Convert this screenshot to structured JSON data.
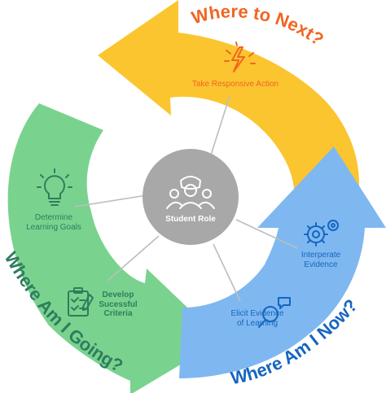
{
  "center": {
    "label": "Student Role"
  },
  "phases": {
    "where_to_next": {
      "label": "Where to Next?",
      "color": "#f26522",
      "arrow_color": "#fbc530"
    },
    "where_am_i_now": {
      "label": "Where Am I Now?",
      "color": "#1565c0",
      "arrow_color": "#7fb8f0"
    },
    "where_am_i_going": {
      "label": "Where Am I Going?",
      "color": "#2e7d5e",
      "arrow_color": "#79d38e"
    }
  },
  "steps": {
    "take_action": {
      "label": "Take Responsive Action",
      "icon": "lightning-bolt-icon"
    },
    "interpret": {
      "label": "Interperate Evidence",
      "icon": "gears-icon"
    },
    "elicit": {
      "label": "Elicit Evidence of Learning",
      "icon": "magnifier-chat-icon"
    },
    "develop": {
      "label": "Develop Sucessful Criteria",
      "icon": "checklist-icon"
    },
    "determine": {
      "label": "Determine Learning Goals",
      "icon": "lightbulb-icon"
    }
  }
}
